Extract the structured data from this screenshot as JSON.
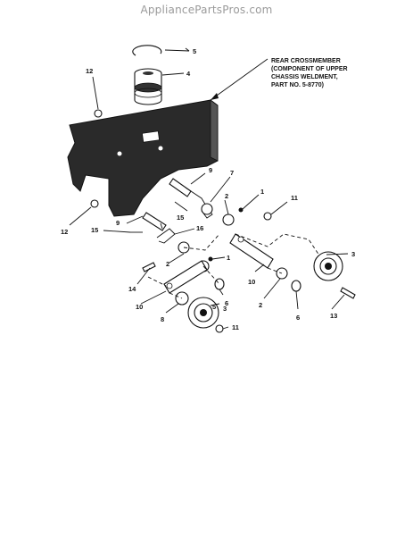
{
  "header": {
    "watermark": "AppliancePartsPros.com"
  },
  "note": {
    "lines": [
      "REAR CROSSMEMBER",
      "(COMPONENT OF UPPER",
      "CHASSIS WELDMENT,",
      "PART NO. 5-8770)"
    ]
  },
  "callouts": [
    "5",
    "4",
    "12",
    "9",
    "7",
    "1",
    "11",
    "2",
    "15",
    "12",
    "15",
    "9",
    "16",
    "3",
    "1",
    "2",
    "14",
    "10",
    "6",
    "5",
    "10",
    "2",
    "6",
    "3",
    "8",
    "13",
    "11"
  ]
}
